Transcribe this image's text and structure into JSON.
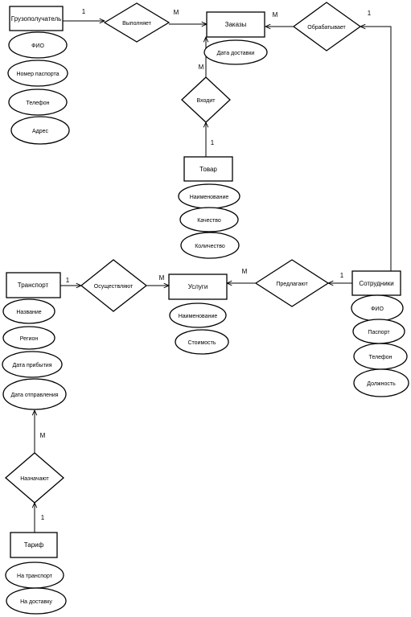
{
  "entities": {
    "gruzopoluchatel": "Грузополучатель",
    "zakazy": "Заказы",
    "tovar": "Товар",
    "transport": "Транспорт",
    "uslugi": "Услуги",
    "sotrudniki": "Сотрудники",
    "tarif": "Тариф"
  },
  "attributes": {
    "gruzopoluchatel": [
      "ФИО",
      "Номер паспорта",
      "Телефон",
      "Адрес"
    ],
    "zakazy": [
      "Дата доставки"
    ],
    "tovar": [
      "Наименование",
      "Качество",
      "Количество"
    ],
    "transport": [
      "Название",
      "Регион",
      "Дата прибытия",
      "Дата отправления"
    ],
    "uslugi": [
      "Наименование",
      "Стоимость"
    ],
    "sotrudniki": [
      "ФИО",
      "Паспорт",
      "Телефон",
      "Должность"
    ],
    "tarif": [
      "На транспорт",
      "На доставку"
    ]
  },
  "relationships": {
    "vypolnyaet": "Выполняет",
    "obrabatyvaet": "Обрабатывает",
    "vkhodit": "Входит",
    "osushchestvlyaet": "Осуществляют",
    "predlagaet": "Предлагают",
    "naznachaet": "Назначают"
  },
  "cardinalities": {
    "vypolnyaet_left": "1",
    "vypolnyaet_right": "М",
    "obrabatyvaet_left": "М",
    "obrabatyvaet_right": "1",
    "vkhodit_top": "М",
    "vkhodit_bottom": "1",
    "osushchestvlyaet_left": "1",
    "osushchestvlyaet_right": "М",
    "predlagaet_left": "М",
    "predlagaet_right": "1",
    "naznachaet_top": "М",
    "naznachaet_bottom": "1"
  }
}
